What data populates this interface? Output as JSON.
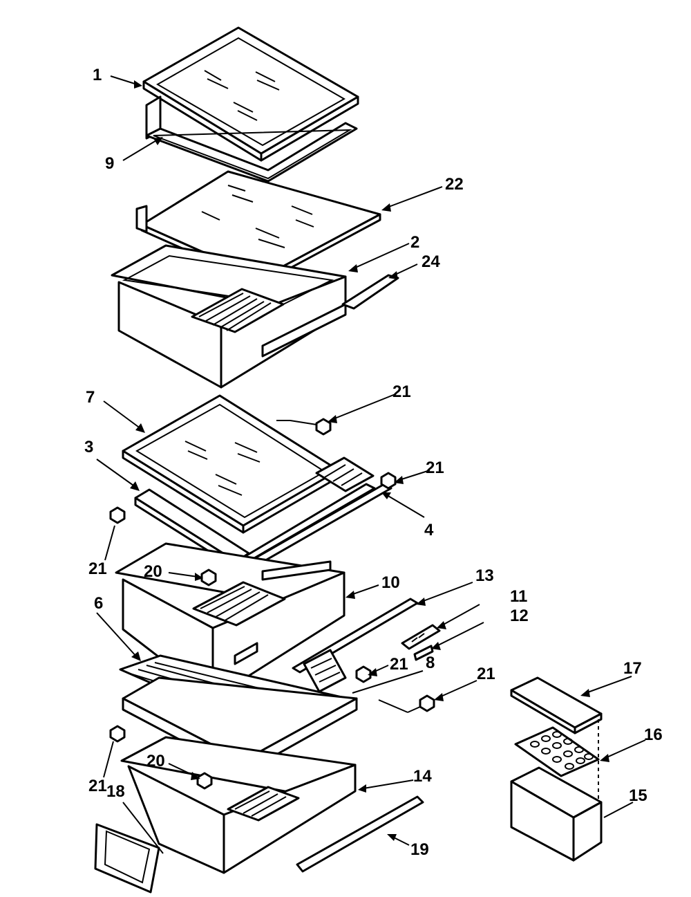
{
  "diagram": {
    "callouts": [
      {
        "id": "c1",
        "label": "1",
        "part": "shelf-top"
      },
      {
        "id": "c9",
        "label": "9",
        "part": "shelf-frame-top"
      },
      {
        "id": "c22",
        "label": "22",
        "part": "crisper-cover-glass"
      },
      {
        "id": "c2",
        "label": "2",
        "part": "crisper-pan-upper"
      },
      {
        "id": "c24",
        "label": "24",
        "part": "pan-handle-upper"
      },
      {
        "id": "c7",
        "label": "7",
        "part": "shelf-middle"
      },
      {
        "id": "c21a",
        "label": "21",
        "part": "shelf-support-clip"
      },
      {
        "id": "c3",
        "label": "3",
        "part": "shelf-frame-middle"
      },
      {
        "id": "c21b",
        "label": "21",
        "part": "shelf-support-clip"
      },
      {
        "id": "c21c",
        "label": "21",
        "part": "shelf-support-clip"
      },
      {
        "id": "c4",
        "label": "4",
        "part": "slide-rail"
      },
      {
        "id": "c20a",
        "label": "20",
        "part": "pan-stop"
      },
      {
        "id": "c10",
        "label": "10",
        "part": "crisper-pan-middle"
      },
      {
        "id": "c13",
        "label": "13",
        "part": "pan-handle-middle"
      },
      {
        "id": "c11",
        "label": "11",
        "part": "humidity-control"
      },
      {
        "id": "c12",
        "label": "12",
        "part": "control-slide"
      },
      {
        "id": "c6",
        "label": "6",
        "part": "crisper-cover-frame"
      },
      {
        "id": "c21d",
        "label": "21",
        "part": "shelf-support-clip"
      },
      {
        "id": "c8",
        "label": "8",
        "part": "cover-frame-lower"
      },
      {
        "id": "c21e",
        "label": "21",
        "part": "shelf-support-clip"
      },
      {
        "id": "c17",
        "label": "17",
        "part": "egg-bin-lid"
      },
      {
        "id": "c16",
        "label": "16",
        "part": "egg-tray"
      },
      {
        "id": "c20b",
        "label": "20",
        "part": "pan-stop"
      },
      {
        "id": "c14",
        "label": "14",
        "part": "crisper-pan-lower"
      },
      {
        "id": "c15",
        "label": "15",
        "part": "egg-bin"
      },
      {
        "id": "c21f",
        "label": "21",
        "part": "shelf-support-clip"
      },
      {
        "id": "c18",
        "label": "18",
        "part": "label-frame"
      },
      {
        "id": "c19",
        "label": "19",
        "part": "pan-handle-lower"
      }
    ]
  }
}
